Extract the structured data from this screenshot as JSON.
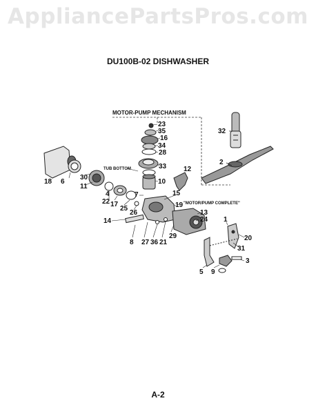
{
  "watermark": "AppliancePartsPros.com",
  "title": "DU100B-02 DISHWASHER",
  "page_number": "A-2",
  "section_label": "MOTOR-PUMP MECHANISM",
  "notes": {
    "tub_bottom": "TUB BOTTOM",
    "motor_pump_complete": "\"MOTOR/PUMP COMPLETE\""
  },
  "callouts": {
    "c23": "23",
    "c35": "35",
    "c16": "16",
    "c34": "34",
    "c28": "28",
    "c33": "33",
    "c10": "10",
    "c12": "12",
    "c15": "15",
    "c7": "7",
    "c19": "19",
    "c13": "13",
    "c24": "24",
    "c32": "32",
    "c2": "2",
    "c18": "18",
    "c6": "6",
    "c30": "30",
    "c11": "11",
    "c4": "4",
    "c22": "22",
    "c17": "17",
    "c25": "25",
    "c26": "26",
    "c14": "14",
    "c8": "8",
    "c27": "27",
    "c36": "36",
    "c21": "21",
    "c29": "29",
    "c1": "1",
    "c20": "20",
    "c31": "31",
    "c3": "3",
    "c5": "5",
    "c9": "9"
  }
}
